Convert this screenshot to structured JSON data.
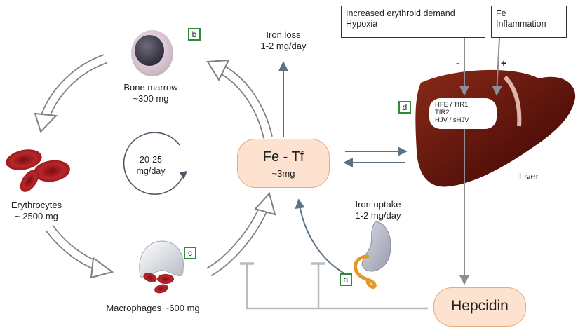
{
  "compartments": {
    "bone_marrow": {
      "label": "Bone marrow",
      "amount": "~300 mg"
    },
    "erythrocytes": {
      "label": "Erythrocytes",
      "amount": "~ 2500 mg"
    },
    "macrophages": {
      "label": "Macrophages ~600 mg"
    },
    "recycling": {
      "label": "20-25",
      "unit": "mg/day"
    },
    "transferrin": {
      "label": "Fe - Tf",
      "amount": "~3mg"
    },
    "liver": {
      "label": "Liver"
    },
    "hepcidin": {
      "label": "Hepcidin"
    }
  },
  "fluxes": {
    "iron_loss": {
      "line1": "Iron loss",
      "line2": "1-2 mg/day"
    },
    "iron_uptake": {
      "line1": "Iron uptake",
      "line2": "1-2 mg/day"
    }
  },
  "regulators": {
    "negative": {
      "line1": "Increased erythroid demand",
      "line2": "Hypoxia",
      "sign": "-"
    },
    "positive": {
      "line1": "Fe",
      "line2": "Inflammation",
      "sign": "+"
    }
  },
  "liver_sensors": {
    "line1": "HFE / TfR1",
    "line2": "TfR2",
    "line3": "HJV / sHJV"
  },
  "hepcidin_sign": "+",
  "panel_tags": {
    "a": "a",
    "b": "b",
    "c": "c",
    "d": "d"
  },
  "colors": {
    "pill_fill": "#fde3cf",
    "pill_border": "#e8a97c",
    "liver": "#6b1a10",
    "rbc": "#a51d20",
    "tag_border": "#2e8b3a",
    "arrow_gray": "#8a8f96",
    "inhibit_gray": "#b7bcc2",
    "arrow_steel": "#5b7186"
  }
}
